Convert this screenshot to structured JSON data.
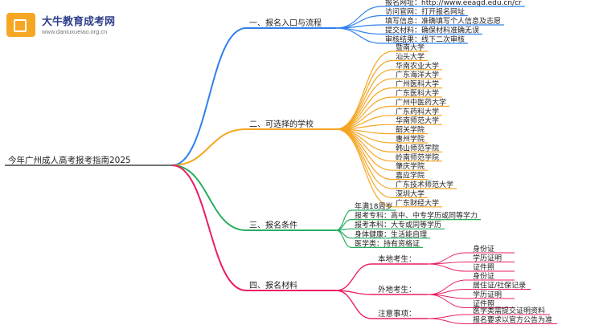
{
  "logo": {
    "title": "大牛教育成考网",
    "subtitle": "www.daniuxueiao.org.cn"
  },
  "root": "今年广州成人高考报考指南2025",
  "colors": {
    "branch1": "#2f80ed",
    "branch2": "#f5a623",
    "branch3": "#27ae60",
    "branch4": "#e91e63"
  },
  "branches": [
    {
      "label": "一、报名入口与流程",
      "color_key": "branch1",
      "children": [
        {
          "label": "报名网址：http://www.eeagd.edu.cn/cr"
        },
        {
          "label": "访问官网：打开报名网址"
        },
        {
          "label": "填写信息：准确填写个人信息及志愿"
        },
        {
          "label": "提交材料：确保材料准确无误"
        },
        {
          "label": "审核结果：线下二次审核"
        }
      ]
    },
    {
      "label": "二、可选择的学校",
      "color_key": "branch2",
      "children": [
        {
          "label": "暨南大学"
        },
        {
          "label": "汕头大学"
        },
        {
          "label": "华南农业大学"
        },
        {
          "label": "广东海洋大学"
        },
        {
          "label": "广州医科大学"
        },
        {
          "label": "广东医科大学"
        },
        {
          "label": "广州中医药大学"
        },
        {
          "label": "广东药科大学"
        },
        {
          "label": "华南师范大学"
        },
        {
          "label": "韶关学院"
        },
        {
          "label": "惠州学院"
        },
        {
          "label": "韩山师范学院"
        },
        {
          "label": "岭南师范学院"
        },
        {
          "label": "肇庆学院"
        },
        {
          "label": "嘉应学院"
        },
        {
          "label": "广东技术师范大学"
        },
        {
          "label": "深圳大学"
        },
        {
          "label": "广东财经大学"
        }
      ]
    },
    {
      "label": "三、报名条件",
      "color_key": "branch3",
      "children": [
        {
          "label": "年满18周岁"
        },
        {
          "label": "报考专科：高中、中专学历或同等学力"
        },
        {
          "label": "报考本科：大专或同等学历"
        },
        {
          "label": "身体健康：生活能自理"
        },
        {
          "label": "医学类：持有资格证"
        }
      ]
    },
    {
      "label": "四、报名材料",
      "color_key": "branch4",
      "children": [
        {
          "label": "本地考生：",
          "children": [
            {
              "label": "身份证"
            },
            {
              "label": "学历证明"
            },
            {
              "label": "证件照"
            }
          ]
        },
        {
          "label": "外地考生：",
          "children": [
            {
              "label": "身份证"
            },
            {
              "label": "居住证/社保记录"
            },
            {
              "label": "学历证明"
            },
            {
              "label": "证件照"
            }
          ]
        },
        {
          "label": "注意事项：",
          "children": [
            {
              "label": "医学类需提交证明资料"
            },
            {
              "label": "报名要求以官方公告为准"
            }
          ]
        }
      ]
    }
  ]
}
